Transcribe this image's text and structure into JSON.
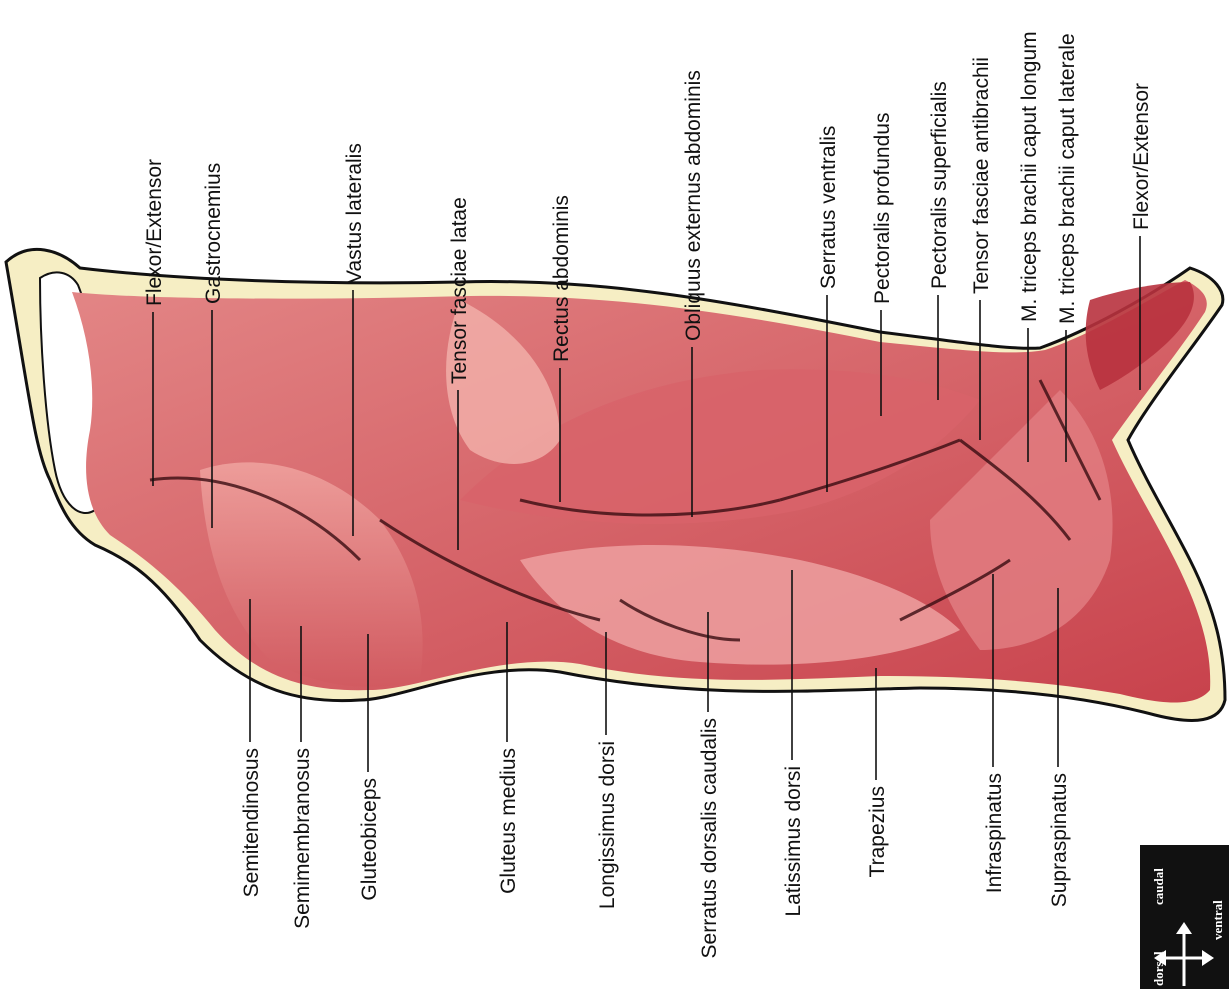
{
  "diagram": {
    "labels_top": [
      "Flexor/Extensor",
      "Gastrocnemius",
      "Vastus lateralis",
      "Tensor fasciae latae",
      "Rectus abdominis",
      "Obliquus externus abdominis",
      "Serratus ventralis",
      "Pectoralis profundus",
      "Pectoralis superficialis",
      "Tensor fasciae antibrachii",
      "M. triceps brachii caput longum",
      "M. triceps brachii caput laterale",
      "Flexor/Extensor"
    ],
    "labels_bottom": [
      "Semitendinosus",
      "Semimembranosus",
      "Gluteobiceps",
      "Gluteus medius",
      "Longissimus dorsi",
      "Serratus dorsalis caudalis",
      "Latissimus dorsi",
      "Trapezius",
      "Infraspinatus",
      "Supraspinatus"
    ],
    "compass": {
      "caudal": "caudal",
      "ventral": "ventral",
      "dorsal": "dorsal"
    },
    "colors": {
      "fat": "#f6eec4",
      "muscle": "#c8424c",
      "muscle_light": "#e58a8a",
      "muscle_dark": "#9a2230",
      "outline": "#111111"
    }
  }
}
